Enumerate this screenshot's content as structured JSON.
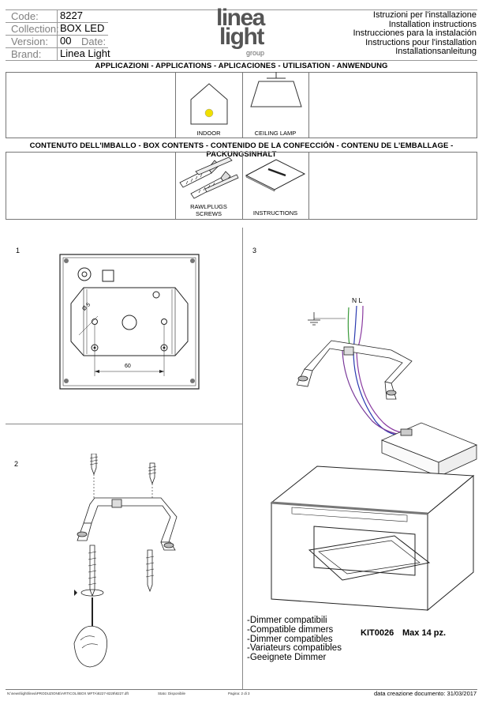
{
  "header": {
    "meta": [
      {
        "label": "Code:",
        "value": "8227"
      },
      {
        "label": "Collection:",
        "value": "BOX LED"
      },
      {
        "label": "Version:",
        "value": "00",
        "label2": "Date:"
      },
      {
        "label": "Brand:",
        "value": "Linea Light"
      }
    ],
    "logo": {
      "line1": "linea",
      "line2": "light",
      "line3": "group"
    },
    "instructions": [
      "Istruzioni per l'installazione",
      "Installation instructions",
      "Instrucciones para la instalación",
      "Instructions pour l'installation",
      "Installationsanleitung"
    ]
  },
  "applications": {
    "title": "APPLICAZIONI - APPLICATIONS - APLICACIONES - UTILISATION - ANWENDUNG",
    "items": [
      {
        "label": "INDOOR",
        "icon": "indoor-house-icon"
      },
      {
        "label": "CEILING LAMP",
        "icon": "ceiling-lamp-icon"
      }
    ]
  },
  "contents": {
    "title": "CONTENUTO DELL'IMBALLO - BOX CONTENTS - CONTENIDO DE LA CONFECCIÓN - CONTENU DE L'EMBALLAGE - PACKUNGSINHALT",
    "items": [
      {
        "label_line1": "RAWLPLUGS",
        "label_line2": "SCREWS",
        "icon": "rawlplugs-screws-icon"
      },
      {
        "label": "INSTRUCTIONS",
        "icon": "instructions-sheet-icon"
      }
    ]
  },
  "steps": {
    "step1": {
      "number": "1",
      "dim_diameter": "Ø 5",
      "dim_spacing": "60"
    },
    "step2": {
      "number": "2"
    },
    "step3": {
      "number": "3",
      "wire_labels": "N L"
    }
  },
  "dimmer": {
    "lines": [
      "-Dimmer compatibili",
      "-Compatible dimmers",
      "-Dimmer compatibles",
      "-Variateurs compatibles",
      "-Geeignete Dimmer"
    ],
    "kit": "KIT0026",
    "max": "Max 14 pz."
  },
  "footer": {
    "path": "N:\\news\\light\\linea\\PRODUZIONE\\ARTICOLI\\BOX MFTA\\8227-8228\\8227.dft",
    "status": "Stato: Disponibile",
    "page": "Pagina: 2 di 3",
    "date": "data creazione documento: 31/03/2017"
  }
}
